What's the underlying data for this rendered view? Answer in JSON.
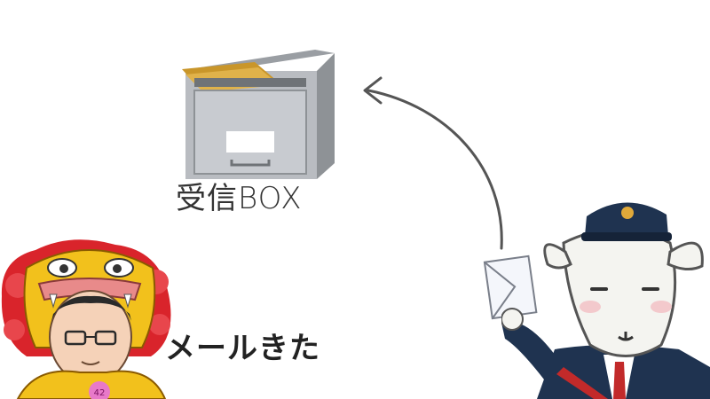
{
  "diagram": {
    "inbox_label": "受信BOX",
    "caption": "メールきた",
    "badge_text": "42"
  },
  "colors": {
    "cabinet_gray": "#b9bcc1",
    "cabinet_dark": "#8e9296",
    "folder_gold": "#c9962a",
    "arrow": "#555555",
    "uniform_navy": "#1f3350",
    "lion_red": "#d9242b",
    "lion_yellow": "#f2c11c"
  },
  "icons": [
    "mailbox-cabinet-icon",
    "envelope-icon",
    "postman-goat-icon",
    "lion-costume-person-icon",
    "curved-arrow-icon"
  ]
}
